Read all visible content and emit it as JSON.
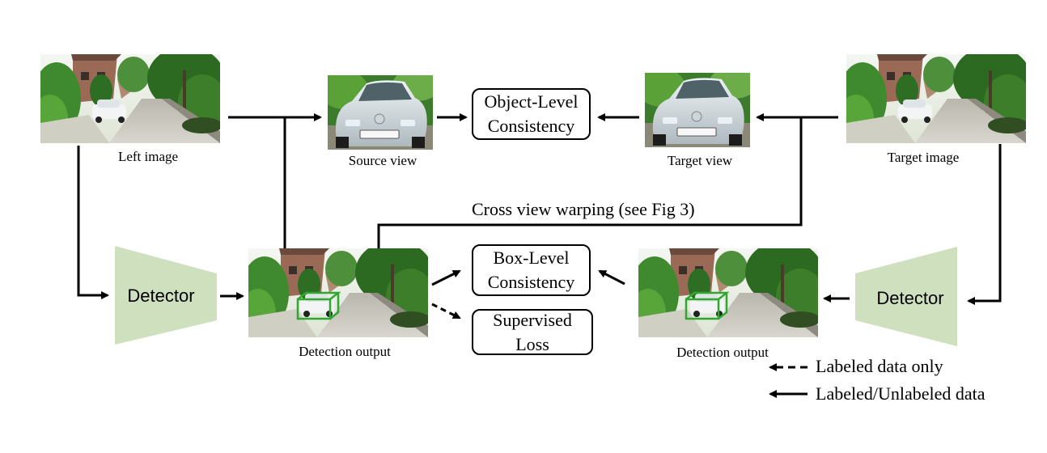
{
  "images": {
    "left": "Left image",
    "source": "Source view",
    "target_view": "Target view",
    "target": "Target image",
    "det_left": "Detection output",
    "det_right": "Detection output"
  },
  "boxes": {
    "object_line1": "Object-Level",
    "object_line2": "Consistency",
    "box_line1": "Box-Level",
    "box_line2": "Consistency",
    "sup_line1": "Supervised",
    "sup_line2": "Loss"
  },
  "detectors": {
    "left": "Detector",
    "right": "Detector"
  },
  "warp_label": "Cross view warping (see Fig 3)",
  "legend": {
    "dashed": "Labeled data only",
    "solid": "Labeled/Unlabeled data"
  },
  "colors": {
    "detector_fill": "#cfe0bf",
    "bbox_green": "#2ea82e"
  },
  "icons": [
    "street-scene-image",
    "car-closeup-image",
    "detector-trapezoid"
  ]
}
